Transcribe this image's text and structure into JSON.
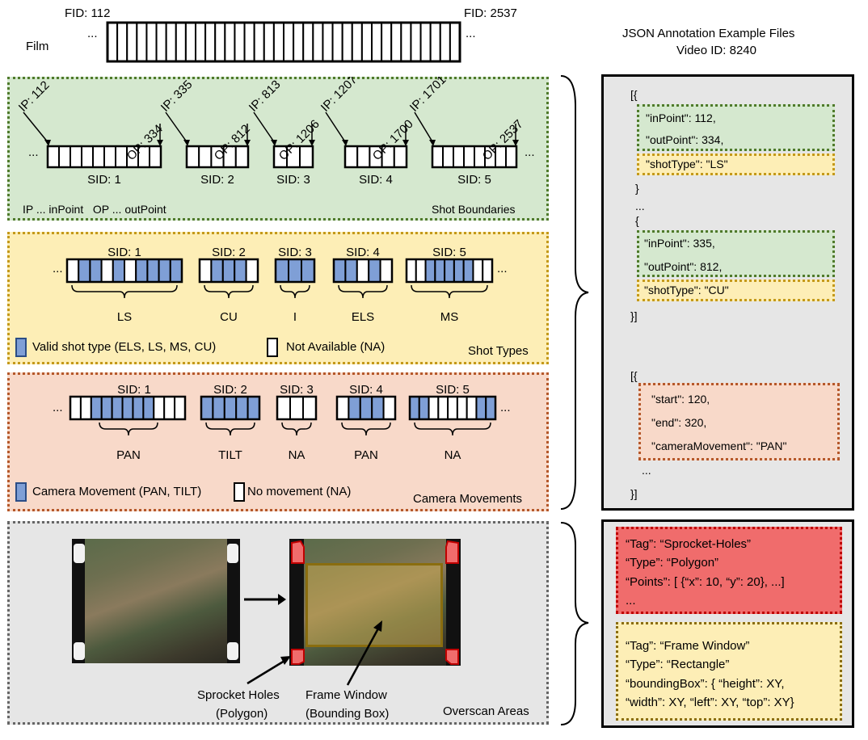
{
  "film": {
    "label": "Film",
    "fid_start": "FID: 112",
    "fid_end": "FID: 2537",
    "ellipsis_left": "...",
    "ellipsis_right": "..."
  },
  "json_header": {
    "line1": "JSON  Annotation Example Files",
    "line2": "Video ID: 8240"
  },
  "shot_boundaries": {
    "title": "Shot Boundaries",
    "legend": "IP ... inPoint   OP ... outPoint",
    "shots": [
      {
        "sid": "SID: 1",
        "ip": "IP: 112",
        "op": "OP: 334"
      },
      {
        "sid": "SID: 2",
        "ip": "IP: 335",
        "op": "OP: 812"
      },
      {
        "sid": "SID: 3",
        "ip": "IP: 813",
        "op": "OP: 1206"
      },
      {
        "sid": "SID: 4",
        "ip": "IP: 1207",
        "op": "OP: 1700"
      },
      {
        "sid": "SID: 5",
        "ip": "IP: 1701",
        "op": "OP: 2537"
      }
    ]
  },
  "shot_types": {
    "title": "Shot Types",
    "shots": [
      {
        "sid": "SID: 1",
        "label": "LS"
      },
      {
        "sid": "SID: 2",
        "label": "CU"
      },
      {
        "sid": "SID: 3",
        "label": "I"
      },
      {
        "sid": "SID: 4",
        "label": "ELS"
      },
      {
        "sid": "SID: 5",
        "label": "MS"
      }
    ],
    "legend_valid": "Valid shot type (ELS, LS, MS, CU)",
    "legend_na": "Not Available (NA)"
  },
  "camera_movements": {
    "title": "Camera Movements",
    "shots": [
      {
        "sid": "SID: 1",
        "label": "PAN"
      },
      {
        "sid": "SID: 2",
        "label": "TILT"
      },
      {
        "sid": "SID: 3",
        "label": "NA"
      },
      {
        "sid": "SID: 4",
        "label": "PAN"
      },
      {
        "sid": "SID: 5",
        "label": "NA"
      }
    ],
    "legend_valid": "Camera Movement (PAN, TILT)",
    "legend_na": "No movement (NA)"
  },
  "overscan": {
    "title": "Overscan Areas",
    "sprocket_label_1": "Sprocket Holes",
    "sprocket_label_2": "(Polygon)",
    "frame_label_1": "Frame Window",
    "frame_label_2": "(Bounding Box)"
  },
  "json_example_1": {
    "lines": {
      "open1": "[{",
      "in1": "\"inPoint\": 112,",
      "out1": "\"outPoint\": 334,",
      "type1": "\"shotType\": \"LS\"",
      "close1": "}",
      "dots1": "...",
      "open2": "{",
      "in2": "\"inPoint\": 335,",
      "out2": "\"outPoint\": 812,",
      "type2": "\"shotType\": \"CU\"",
      "end1": "}]",
      "open3": "[{",
      "start": "\"start\": 120,",
      "end": "\"end\": 320,",
      "cam": "\"cameraMovement\": \"PAN\"",
      "dots2": "...",
      "end2": "}]"
    }
  },
  "json_example_2": {
    "red_lines": [
      "“Tag”: “Sprocket-Holes”",
      "“Type”: “Polygon”",
      "“Points”: [ {“x”: 10, “y”: 20}, ...]",
      "..."
    ],
    "yellow_lines": [
      "“Tag”: “Frame Window”",
      "“Type”: “Rectangle”",
      "“boundingBox”: { “height”: XY,",
      "“width”: XY, “left”: XY, “top”: XY}"
    ]
  },
  "colors": {
    "green_fill": "#d5e8cf",
    "green_border": "#4f7a2b",
    "yellow_fill": "#fdeeb6",
    "yellow_border": "#c4991a",
    "orange_fill": "#f8d9c9",
    "orange_border": "#b5582a",
    "gray_fill": "#e6e6e6",
    "blue_frame": "#7f9fd6",
    "blue_border": "#2b4d86",
    "red_fill": "#f06c6c",
    "red_border": "#c00000"
  }
}
